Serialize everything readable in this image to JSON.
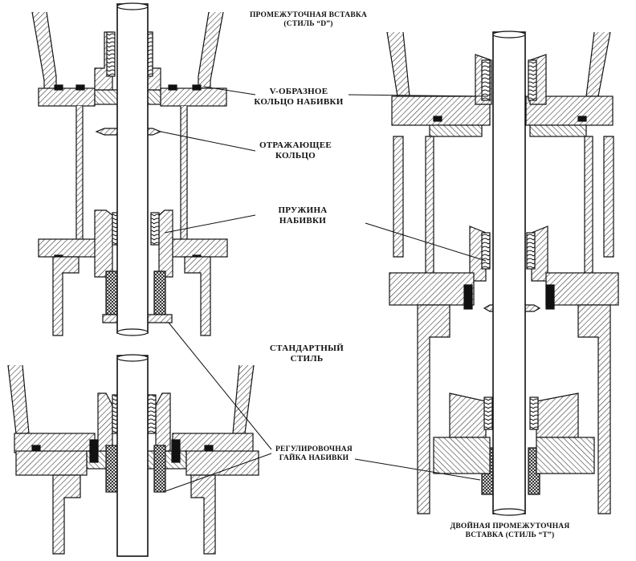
{
  "labels": {
    "spool_d": {
      "line1": "ПРОМЕЖУТОЧНАЯ ВСТАВКА",
      "line2": "(СТИЛЬ “D”)"
    },
    "v_ring": {
      "line1": "V-ОБРАЗНОЕ",
      "line2": "КОЛЬЦО НАБИВКИ"
    },
    "lantern_ring": {
      "line1": "ОТРАЖАЮЩЕЕ",
      "line2": "КОЛЬЦО"
    },
    "spring": {
      "line1": "ПРУЖИНА",
      "line2": "НАБИВКИ"
    },
    "standard": {
      "line1": "СТАНДАРТНЫЙ",
      "line2": "СТИЛЬ"
    },
    "nut": {
      "line1": "РЕГУЛИРОВОЧНАЯ",
      "line2": "ГАЙКА НАБИВКИ"
    },
    "spool_t": {
      "line1": "ДВОЙНАЯ ПРОМЕЖУТОЧНАЯ",
      "line2": "ВСТАВКА (СТИЛЬ “T”)"
    }
  },
  "colors": {
    "ink": "#111111",
    "paper": "#ffffff",
    "hatch": "#2a2a2a"
  }
}
